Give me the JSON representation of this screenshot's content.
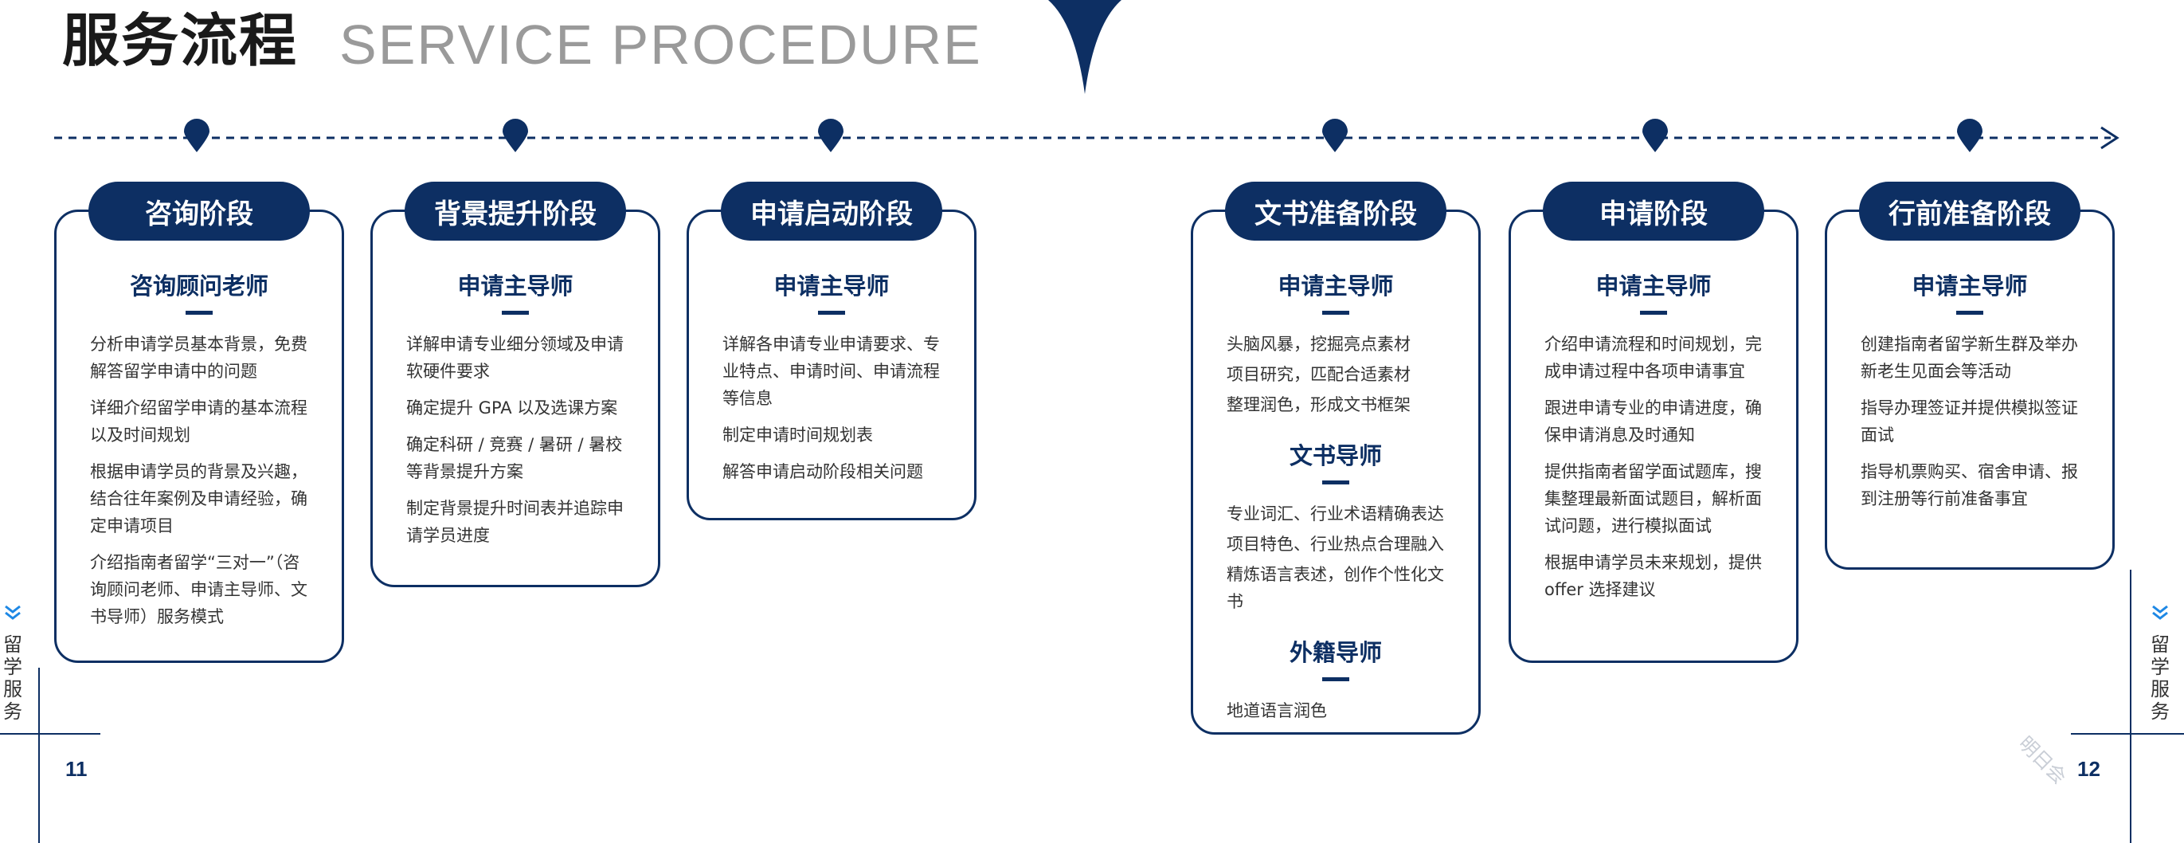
{
  "header": {
    "title_cn": "服务流程",
    "title_en": "SERVICE PROCEDURE"
  },
  "colors": {
    "primary": "#0d2f63",
    "text": "#333333",
    "title_en": "#9a9a9a",
    "background": "#ffffff"
  },
  "stages": [
    {
      "title": "咨询阶段",
      "sections": [
        {
          "role": "咨询顾问老师",
          "items": [
            "分析申请学员基本背景，免费解答留学申请中的问题",
            "详细介绍留学申请的基本流程以及时间规划",
            "根据申请学员的背景及兴趣，结合往年案例及申请经验，确定申请项目",
            "介绍指南者留学“三对一”（咨询顾问老师、申请主导师、文书导师）服务模式"
          ]
        }
      ]
    },
    {
      "title": "背景提升阶段",
      "sections": [
        {
          "role": "申请主导师",
          "items": [
            "详解申请专业细分领域及申请软硬件要求",
            "确定提升 GPA 以及选课方案",
            "确定科研 / 竞赛 / 暑研 / 暑校等背景提升方案",
            "制定背景提升时间表并追踪申请学员进度"
          ]
        }
      ]
    },
    {
      "title": "申请启动阶段",
      "sections": [
        {
          "role": "申请主导师",
          "items": [
            "详解各申请专业申请要求、专业特点、申请时间、申请流程等信息",
            "制定申请时间规划表",
            "解答申请启动阶段相关问题"
          ]
        }
      ]
    },
    {
      "title": "文书准备阶段",
      "sections": [
        {
          "role": "申请主导师",
          "items": [
            "头脑风暴，挖掘亮点素材",
            "项目研究，匹配合适素材",
            "整理润色，形成文书框架"
          ]
        },
        {
          "role": "文书导师",
          "items": [
            "专业词汇、行业术语精确表达",
            "项目特色、行业热点合理融入",
            "精炼语言表述，创作个性化文书"
          ]
        },
        {
          "role": "外籍导师",
          "items": [
            "地道语言润色"
          ]
        }
      ]
    },
    {
      "title": "申请阶段",
      "sections": [
        {
          "role": "申请主导师",
          "items": [
            "介绍申请流程和时间规划，完成申请过程中各项申请事宜",
            "跟进申请专业的申请进度，确保申请消息及时通知",
            "提供指南者留学面试题库，搜集整理最新面试题目，解析面试问题，进行模拟面试",
            "根据申请学员未来规划，提供 offer 选择建议"
          ]
        }
      ]
    },
    {
      "title": "行前准备阶段",
      "sections": [
        {
          "role": "申请主导师",
          "items": [
            "创建指南者留学新生群及举办新老生见面会等活动",
            "指导办理签证并提供模拟签证面试",
            "指导机票购买、宿舍申请、报到注册等行前准备事宜"
          ]
        }
      ]
    }
  ],
  "footer": {
    "left_side_label": "留学服务",
    "right_side_label": "留学服务",
    "left_page_num": "11",
    "right_page_num": "12",
    "watermark": "明日会"
  },
  "icons": [
    "double-chevron-down-icon",
    "map-pin-icon",
    "arrow-right-icon"
  ]
}
